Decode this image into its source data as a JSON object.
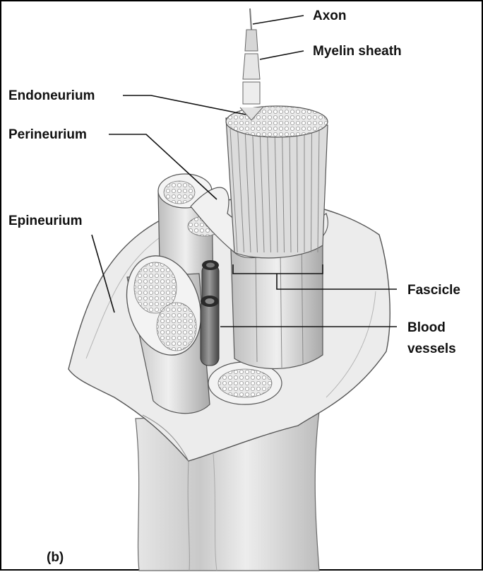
{
  "labels": {
    "axon": "Axon",
    "myelin_sheath": "Myelin sheath",
    "endoneurium": "Endoneurium",
    "perineurium": "Perineurium",
    "epineurium": "Epineurium",
    "fascicle": "Fascicle",
    "blood_vessels_line1": "Blood",
    "blood_vessels_line2": "vessels",
    "panel": "(b)"
  }
}
